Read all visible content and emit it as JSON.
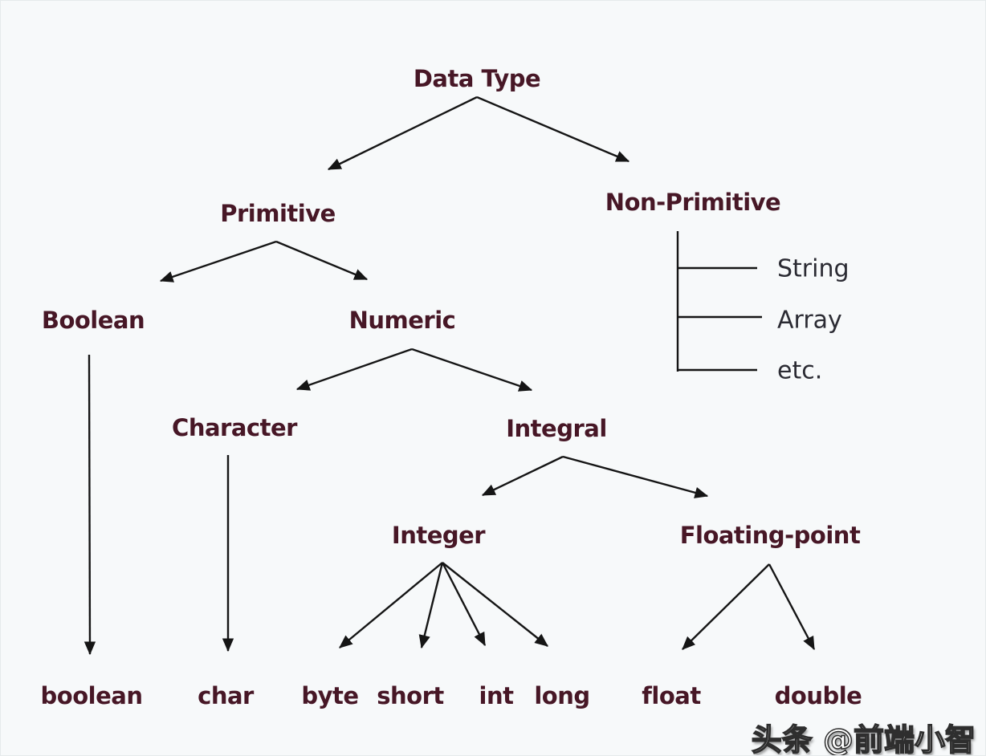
{
  "diagram": {
    "title": "Data Type",
    "colors": {
      "background": "#f7f9fa",
      "node_label": "#471726",
      "leaf_label": "#2b2b33",
      "arrow": "#151515",
      "watermark_fill": "#ffffff",
      "watermark_outline": "#2e2e2e"
    },
    "nodes": {
      "data_type": "Data Type",
      "primitive": "Primitive",
      "non_primitive": "Non-Primitive",
      "boolean_type": "Boolean",
      "numeric": "Numeric",
      "character": "Character",
      "integral": "Integral",
      "integer": "Integer",
      "floating_point": "Floating-point",
      "boolean_keyword": "boolean",
      "char_keyword": "char",
      "byte_keyword": "byte",
      "short_keyword": "short",
      "int_keyword": "int",
      "long_keyword": "long",
      "float_keyword": "float",
      "double_keyword": "double",
      "string_ref": "String",
      "array_ref": "Array",
      "etc_ref": "etc."
    },
    "edges": [
      {
        "from": "data_type",
        "to": "primitive"
      },
      {
        "from": "data_type",
        "to": "non_primitive"
      },
      {
        "from": "primitive",
        "to": "boolean_type"
      },
      {
        "from": "primitive",
        "to": "numeric"
      },
      {
        "from": "numeric",
        "to": "character"
      },
      {
        "from": "numeric",
        "to": "integral"
      },
      {
        "from": "integral",
        "to": "integer"
      },
      {
        "from": "integral",
        "to": "floating_point"
      },
      {
        "from": "boolean_type",
        "to": "boolean_keyword"
      },
      {
        "from": "character",
        "to": "char_keyword"
      },
      {
        "from": "integer",
        "to": "byte_keyword"
      },
      {
        "from": "integer",
        "to": "short_keyword"
      },
      {
        "from": "integer",
        "to": "int_keyword"
      },
      {
        "from": "integer",
        "to": "long_keyword"
      },
      {
        "from": "floating_point",
        "to": "float_keyword"
      },
      {
        "from": "floating_point",
        "to": "double_keyword"
      },
      {
        "from": "non_primitive",
        "to": "string_ref"
      },
      {
        "from": "non_primitive",
        "to": "array_ref"
      },
      {
        "from": "non_primitive",
        "to": "etc_ref"
      }
    ],
    "watermark": "头条 @前端小智"
  }
}
